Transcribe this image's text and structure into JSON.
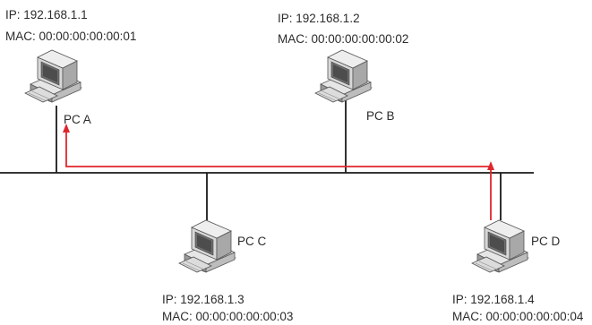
{
  "colors": {
    "wire": "#1a1a1a",
    "path": "#e0262d",
    "text": "#2b2b2b"
  },
  "pcs": [
    {
      "name": "PC A",
      "ip": "IP: 192.168.1.1",
      "mac": "MAC: 00:00:00:00:00:01",
      "icon": "desktop-computer-icon"
    },
    {
      "name": "PC B",
      "ip": "IP: 192.168.1.2",
      "mac": "MAC: 00:00:00:00:00:02",
      "icon": "desktop-computer-icon"
    },
    {
      "name": "PC C",
      "ip": "IP: 192.168.1.3",
      "mac": "MAC: 00:00:00:00:00:03",
      "icon": "desktop-computer-icon"
    },
    {
      "name": "PC D",
      "ip": "IP: 192.168.1.4",
      "mac": "MAC: 00:00:00:00:00:04",
      "icon": "desktop-computer-icon"
    }
  ],
  "traffic": {
    "from": "PC D",
    "to": "PC A"
  }
}
